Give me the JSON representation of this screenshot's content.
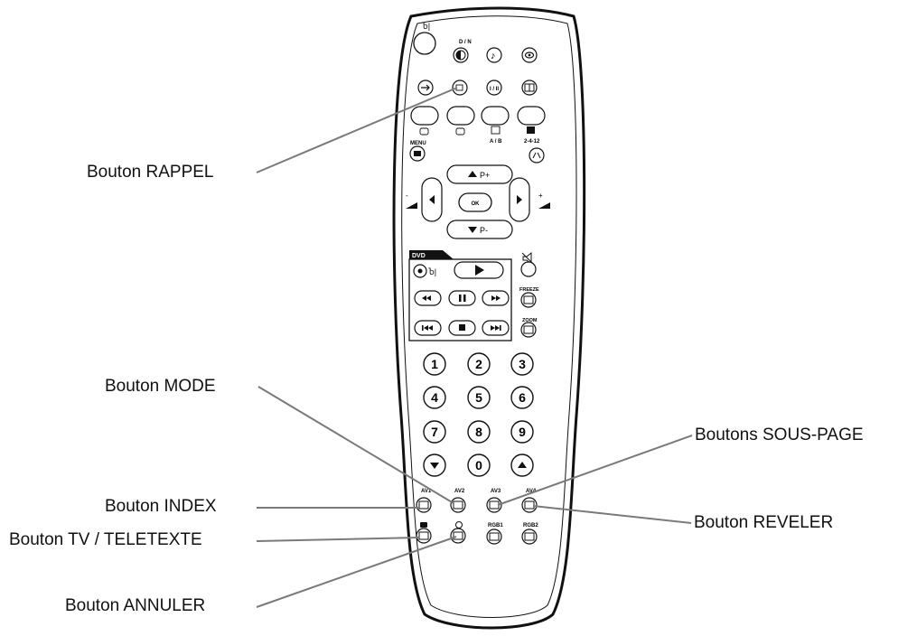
{
  "callouts": {
    "rappel": "Bouton RAPPEL",
    "mode": "Bouton MODE",
    "index": "Bouton INDEX",
    "tv_teletexte": "Bouton TV / TELETEXTE",
    "annuler": "Bouton ANNULER",
    "sous_page": "Boutons SOUS-PAGE",
    "reveler": "Bouton REVELER"
  },
  "remote": {
    "labels": {
      "dn": "D / N",
      "menu": "MENU",
      "ab": "A / B",
      "pages": "2-4-12",
      "ok": "OK",
      "p_plus": "P+",
      "p_minus": "P-",
      "dvd": "DVD",
      "freeze": "FREEZE",
      "zoom": "ZOOM",
      "i_ii": "I / II",
      "vol_minus": "-",
      "vol_plus": "+",
      "av1": "AV1",
      "av2": "AV2",
      "av3": "AV3",
      "av4": "AV4",
      "rgb1": "RGB1",
      "rgb2": "RGB2"
    },
    "digits": [
      "1",
      "2",
      "3",
      "4",
      "5",
      "6",
      "7",
      "8",
      "9",
      "0"
    ]
  },
  "colors": {
    "outline": "#111111",
    "leader": "#7a7a7a",
    "dvd_tab": "#111111"
  }
}
